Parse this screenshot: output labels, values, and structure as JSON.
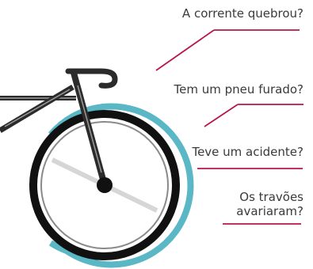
{
  "questions": [
    {
      "text": "A corrente quebrou?"
    },
    {
      "text": "Tem um pneu furado?"
    },
    {
      "text": "Teve um acidente?"
    },
    {
      "line1": "Os travões",
      "line2": "avariaram?"
    }
  ],
  "colors": {
    "accent_line": "#b7164e",
    "wheel_ring": "#5ab7c6",
    "tire": "#111111",
    "frame": "#2b2b2b",
    "text": "#3a3a3a"
  },
  "icons": [
    "bicycle-front-wheel-illustration"
  ]
}
